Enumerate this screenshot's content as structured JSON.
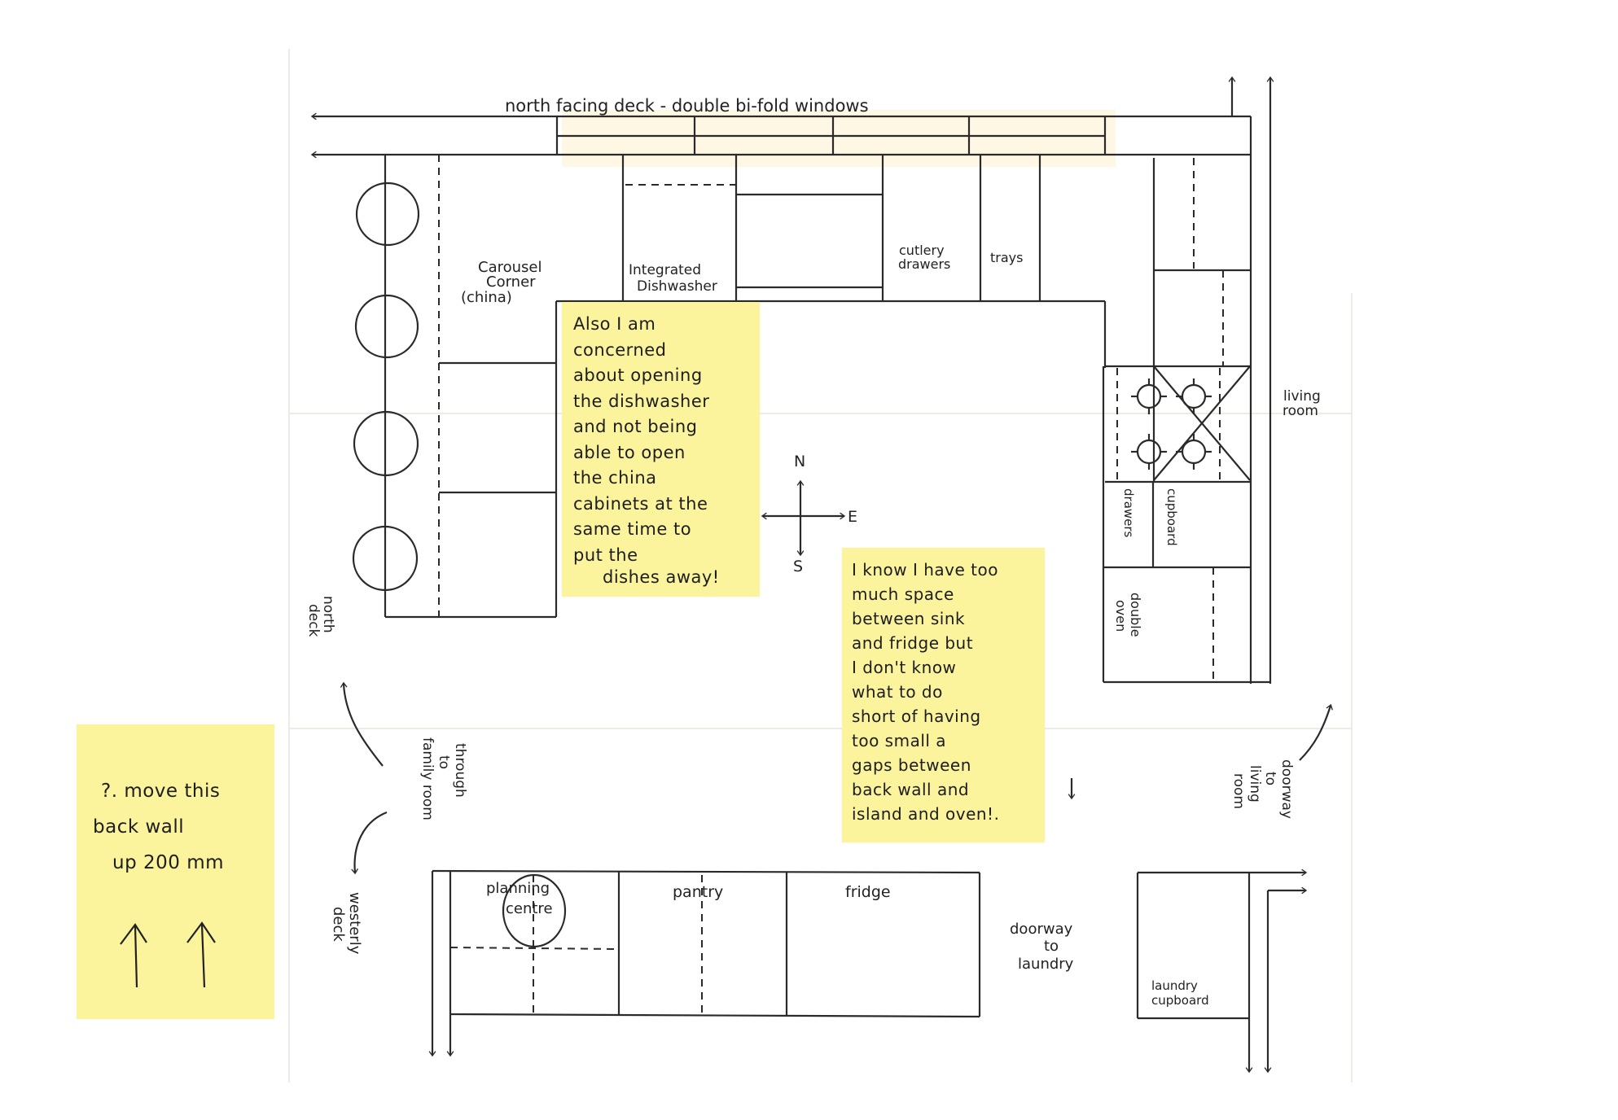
{
  "plan": {
    "top_label": "north facing deck - double bi-fold windows",
    "cabinets": {
      "carousel": [
        "Carousel",
        "Corner",
        "(china)"
      ],
      "dishwasher": [
        "Integrated",
        "Dishwasher"
      ],
      "cutlery": [
        "cutlery",
        "drawers"
      ],
      "trays": "trays",
      "drawers": "drawers",
      "cupboard": "cupboard",
      "double_oven": [
        "double",
        "oven"
      ],
      "planning_centre": [
        "planning",
        "centre"
      ],
      "pantry": "pantry",
      "fridge": "fridge",
      "laundry_cupboard": [
        "laundry",
        "cupboard"
      ]
    },
    "rooms": {
      "living_room": [
        "living",
        "room"
      ],
      "north_deck": [
        "north",
        "deck"
      ],
      "through_to_family_room": [
        "through",
        "to",
        "family room"
      ],
      "westerly_deck": [
        "westerly",
        "deck"
      ],
      "doorway_to_laundry": [
        "doorway",
        "to",
        "laundry"
      ],
      "doorway_to_living_room": [
        "doorway",
        "to",
        "living",
        "room"
      ]
    },
    "compass": {
      "n": "N",
      "e": "E",
      "s": "S"
    }
  },
  "notes": [
    {
      "id": "dishwasher-concern",
      "lines": [
        "Also I am",
        "concerned",
        "about opening",
        "the dishwasher",
        "and not being",
        "able to open",
        "the china",
        "cabinets at the",
        "same time to",
        "put the",
        "dishes away!"
      ]
    },
    {
      "id": "space-concern",
      "lines": [
        "I know I have too",
        "much space",
        "between sink",
        "and fridge but",
        "I don't know",
        "what to do",
        "short of having",
        "too small a",
        "gaps between",
        "back wall and",
        "island and oven!."
      ]
    },
    {
      "id": "move-wall",
      "lines": [
        "?. move this",
        "back wall",
        "up 200 mm"
      ],
      "arrows": 2
    }
  ],
  "colors": {
    "sticky": "#fbf49c",
    "ink": "#2a2a2a",
    "paper": "#ffffff"
  }
}
